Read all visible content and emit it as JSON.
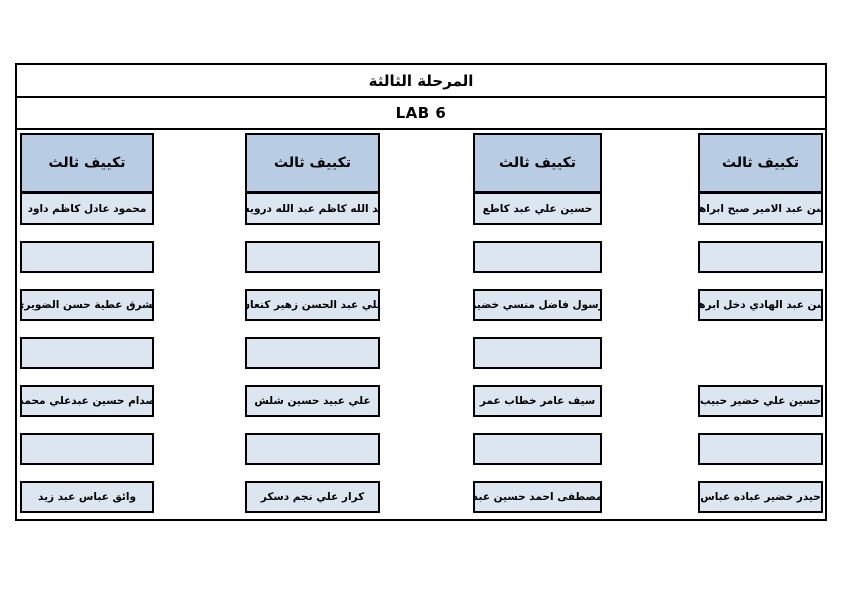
{
  "colors": {
    "header_fill": "#b8cce4",
    "cell_fill": "#dce6f1",
    "border": "#000000",
    "text": "#000000",
    "page_background": "#ffffff"
  },
  "table": {
    "title": "المرحلة الثالثة",
    "subtitle": "LAB 6"
  },
  "columns": [
    {
      "header": "تكييف ثالث",
      "rows": [
        {
          "type": "name",
          "text": "محمود عادل كاظم داود"
        },
        {
          "type": "empty",
          "text": ""
        },
        {
          "type": "name",
          "text": "مشرق عطية حسن الضويري"
        },
        {
          "type": "empty",
          "text": ""
        },
        {
          "type": "name",
          "text": "صدام حسين عبدعلي محمد"
        },
        {
          "type": "empty",
          "text": ""
        },
        {
          "type": "name",
          "text": "وائق عباس عبد زيد"
        }
      ]
    },
    {
      "header": "تكييف ثالث",
      "rows": [
        {
          "type": "name",
          "text": "عبد الله كاظم عبد الله درويش"
        },
        {
          "type": "empty",
          "text": ""
        },
        {
          "type": "name",
          "text": "علي عبد الحسن زهير كنعان"
        },
        {
          "type": "empty",
          "text": ""
        },
        {
          "type": "name",
          "text": "علي عبيد حسين شلش"
        },
        {
          "type": "empty",
          "text": ""
        },
        {
          "type": "name",
          "text": "كرار علي نجم دسكر"
        }
      ]
    },
    {
      "header": "تكييف ثالث",
      "rows": [
        {
          "type": "name",
          "text": "حسين علي عبد كاطع"
        },
        {
          "type": "empty",
          "text": ""
        },
        {
          "type": "name",
          "text": "رسول فاضل منسي خضير"
        },
        {
          "type": "empty",
          "text": ""
        },
        {
          "type": "name",
          "text": "سيف عامر خطاب عمر"
        },
        {
          "type": "empty",
          "text": ""
        },
        {
          "type": "name",
          "text": "مصطفى احمد حسين عبد"
        }
      ]
    },
    {
      "header": "تكييف ثالث",
      "rows": [
        {
          "type": "name",
          "text": "حسن عبد الامير صبح ابراهيم"
        },
        {
          "type": "empty",
          "text": ""
        },
        {
          "type": "name",
          "text": "حسن عبد الهادي دخل ابرهيم"
        },
        {
          "type": "none",
          "text": ""
        },
        {
          "type": "name",
          "text": "حسين علي خضير حبيب"
        },
        {
          "type": "empty",
          "text": ""
        },
        {
          "type": "name",
          "text": "حيدر خضير عباده عباس"
        }
      ]
    }
  ]
}
